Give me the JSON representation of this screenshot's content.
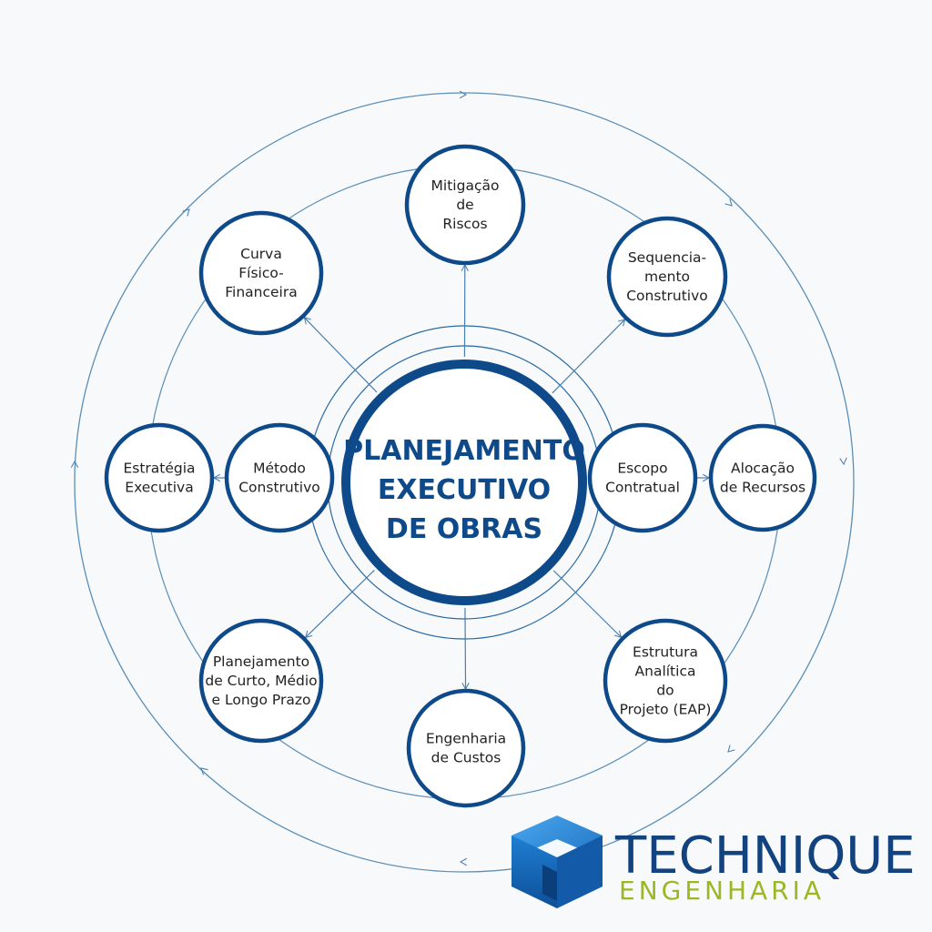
{
  "center": {
    "lines": [
      "PLANEJAMENTO",
      "EXECUTIVO",
      "DE OBRAS"
    ]
  },
  "nodes": [
    {
      "id": "mitigacao-de-riscos",
      "lines": [
        "Mitigação",
        "de",
        "Riscos"
      ]
    },
    {
      "id": "sequenciamento-construtivo",
      "lines": [
        "Sequencia-",
        "mento",
        "Construtivo"
      ]
    },
    {
      "id": "alocacao-de-recursos",
      "lines": [
        "Alocação",
        "de Recursos"
      ]
    },
    {
      "id": "estrutura-analitica-do-projeto",
      "lines": [
        "Estrutura",
        "Analítica",
        "do",
        "Projeto (EAP)"
      ]
    },
    {
      "id": "engenharia-de-custos",
      "lines": [
        "Engenharia",
        "de Custos"
      ]
    },
    {
      "id": "planejamento-de-prazo",
      "lines": [
        "Planejamento",
        "de Curto, Médio",
        "e Longo Prazo"
      ]
    },
    {
      "id": "estrategia-executiva",
      "lines": [
        "Estratégia",
        "Executiva"
      ]
    },
    {
      "id": "curva-fisico-financeira",
      "lines": [
        "Curva",
        "Físico-",
        "Financeira"
      ]
    },
    {
      "id": "metodo-construtivo",
      "lines": [
        "Método",
        "Construtivo"
      ]
    },
    {
      "id": "escopo-contratual",
      "lines": [
        "Escopo",
        "Contratual"
      ]
    }
  ],
  "logo": {
    "name": "TECHNIQUE",
    "subtitle": "ENGENHARIA"
  },
  "colors": {
    "primary": "#0e4a8a",
    "ring": "#2a6aa3",
    "thin_line": "#5b8fb8",
    "logo_text": "#12437e",
    "logo_sub": "#9ab825",
    "logo_cube": "#1f7fcf"
  }
}
